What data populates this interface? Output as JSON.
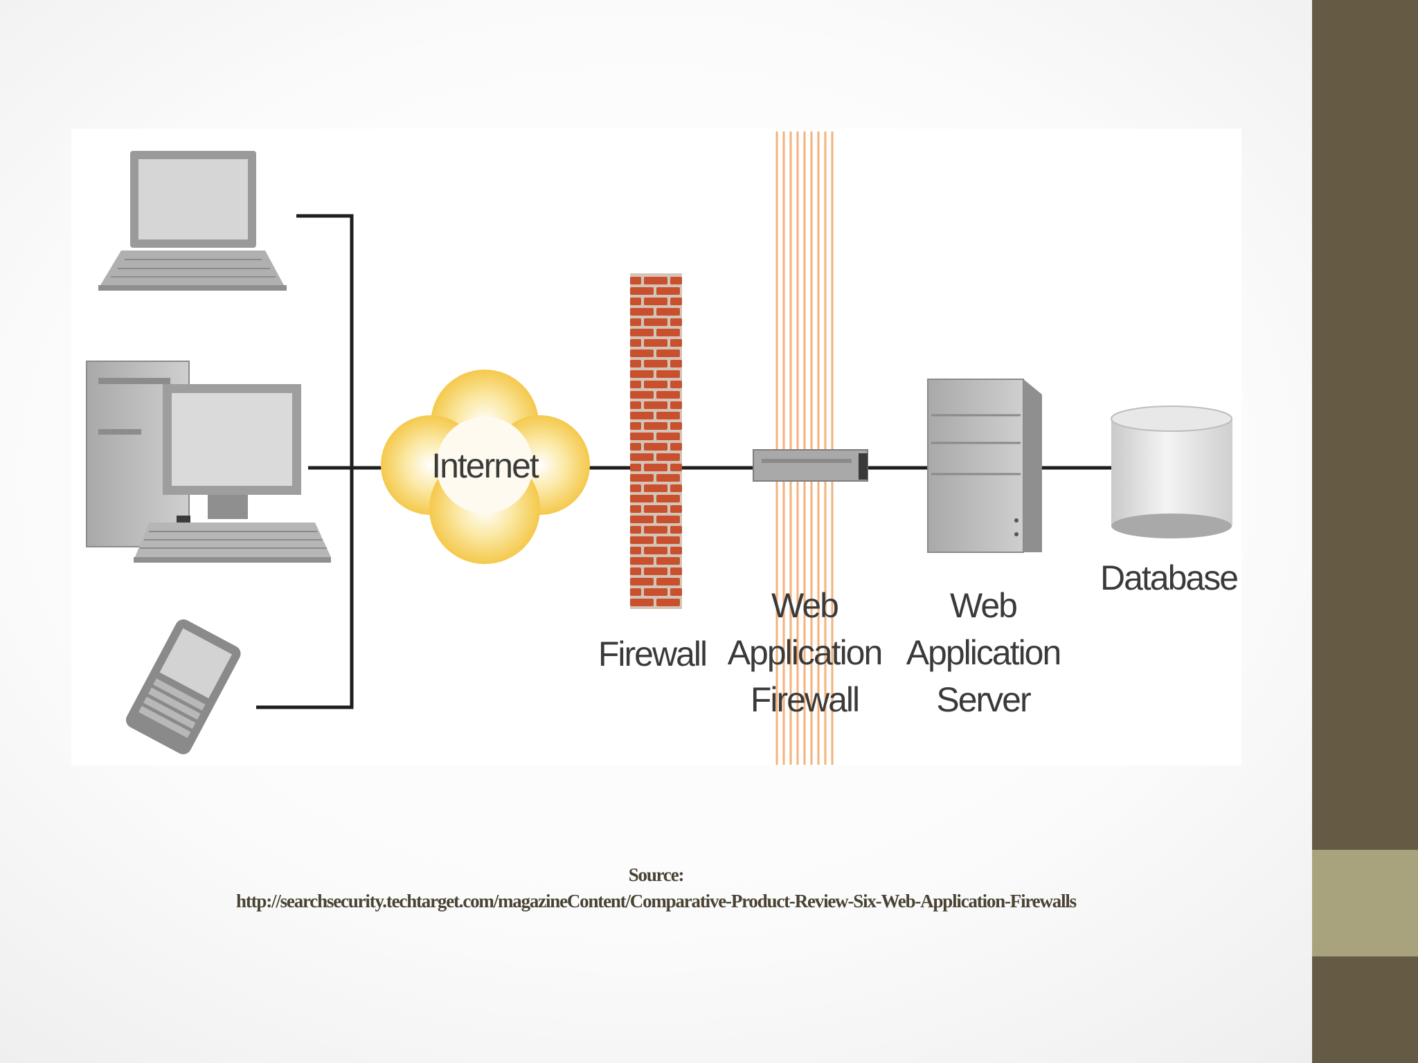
{
  "diagram": {
    "labels": {
      "internet": "Internet",
      "firewall": "Firewall",
      "waf": [
        "Web",
        "Application",
        "Firewall"
      ],
      "server": [
        "Web",
        "Application",
        "Server"
      ],
      "database": "Database"
    }
  },
  "caption": {
    "source_label": "Source:",
    "url": "http://searchsecurity.techtarget.com/magazineContent/Comparative-Product-Review-Six-Web-Application-Firewalls"
  },
  "colors": {
    "sidebar_dark": "#655b45",
    "sidebar_light": "#a8a37c",
    "brick": "#c8502e",
    "cloud": "#f5c842",
    "waf_lines": "#f3a463"
  }
}
